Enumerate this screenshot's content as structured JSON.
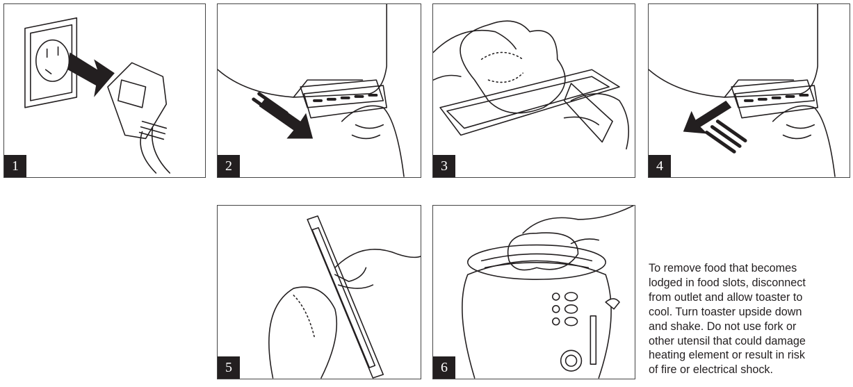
{
  "steps": [
    {
      "number": "1",
      "image": "unplug-from-outlet"
    },
    {
      "number": "2",
      "image": "pull-out-crumb-tray"
    },
    {
      "number": "3",
      "image": "wipe-crumb-tray"
    },
    {
      "number": "4",
      "image": "push-in-crumb-tray"
    },
    {
      "number": "5",
      "image": "wipe-tray-edges"
    },
    {
      "number": "6",
      "image": "wipe-toaster-exterior"
    }
  ],
  "instructions": {
    "lines": [
      "To remove food that becomes",
      "lodged in food slots, disconnect",
      "from outlet and allow toaster to",
      "cool. Turn toaster upside down",
      "and shake. Do not use fork or",
      "other utensil that could damage",
      "heating element or result in risk",
      "of fire or electrical shock."
    ]
  }
}
